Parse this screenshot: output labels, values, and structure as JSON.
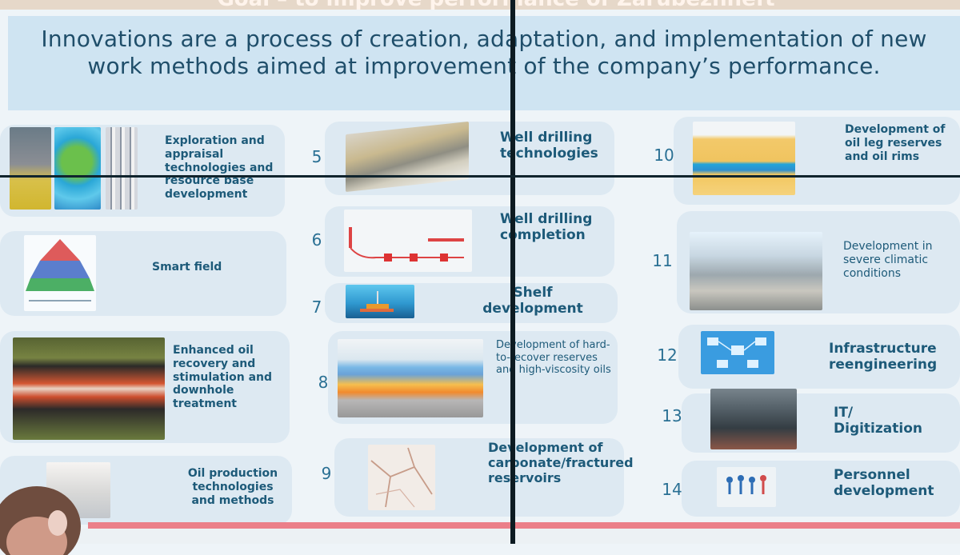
{
  "banner": {
    "top_text": "Goal – to improve performance of Zarubezhneft",
    "line1": "Innovations are a process of creation, adaptation, and implementation of new",
    "line2": "work methods aimed at improvement of the company’s performance."
  },
  "items": [
    {
      "label": "Exploration and appraisal technologies and resource base development"
    },
    {
      "label": "Smart field"
    },
    {
      "label": "Enhanced oil recovery and stimulation and downhole treatment"
    },
    {
      "label": "Oil production technologies and methods"
    },
    {
      "num": "5",
      "label": "Well drilling technologies"
    },
    {
      "num": "6",
      "label": "Well drilling completion"
    },
    {
      "num": "7",
      "label": "Shelf development"
    },
    {
      "num": "8",
      "label": "Development of hard-to-recover reserves and high-viscosity oils"
    },
    {
      "num": "9",
      "label": "Development of carbonate/fractured reservoirs"
    },
    {
      "num": "10",
      "label": "Development of oil leg reserves and oil rims"
    },
    {
      "num": "11",
      "label": "Development in severe climatic conditions"
    },
    {
      "num": "12",
      "label": "Infrastructure reengineering"
    },
    {
      "num": "13",
      "label": "IT/ Digitization"
    },
    {
      "num": "14",
      "label": "Personnel development"
    }
  ],
  "colors": {
    "banner_bg": "#cfe4f2",
    "card_bg": "#dde9f2",
    "text": "#1d5a79",
    "accent_line": "#eb7f89"
  }
}
